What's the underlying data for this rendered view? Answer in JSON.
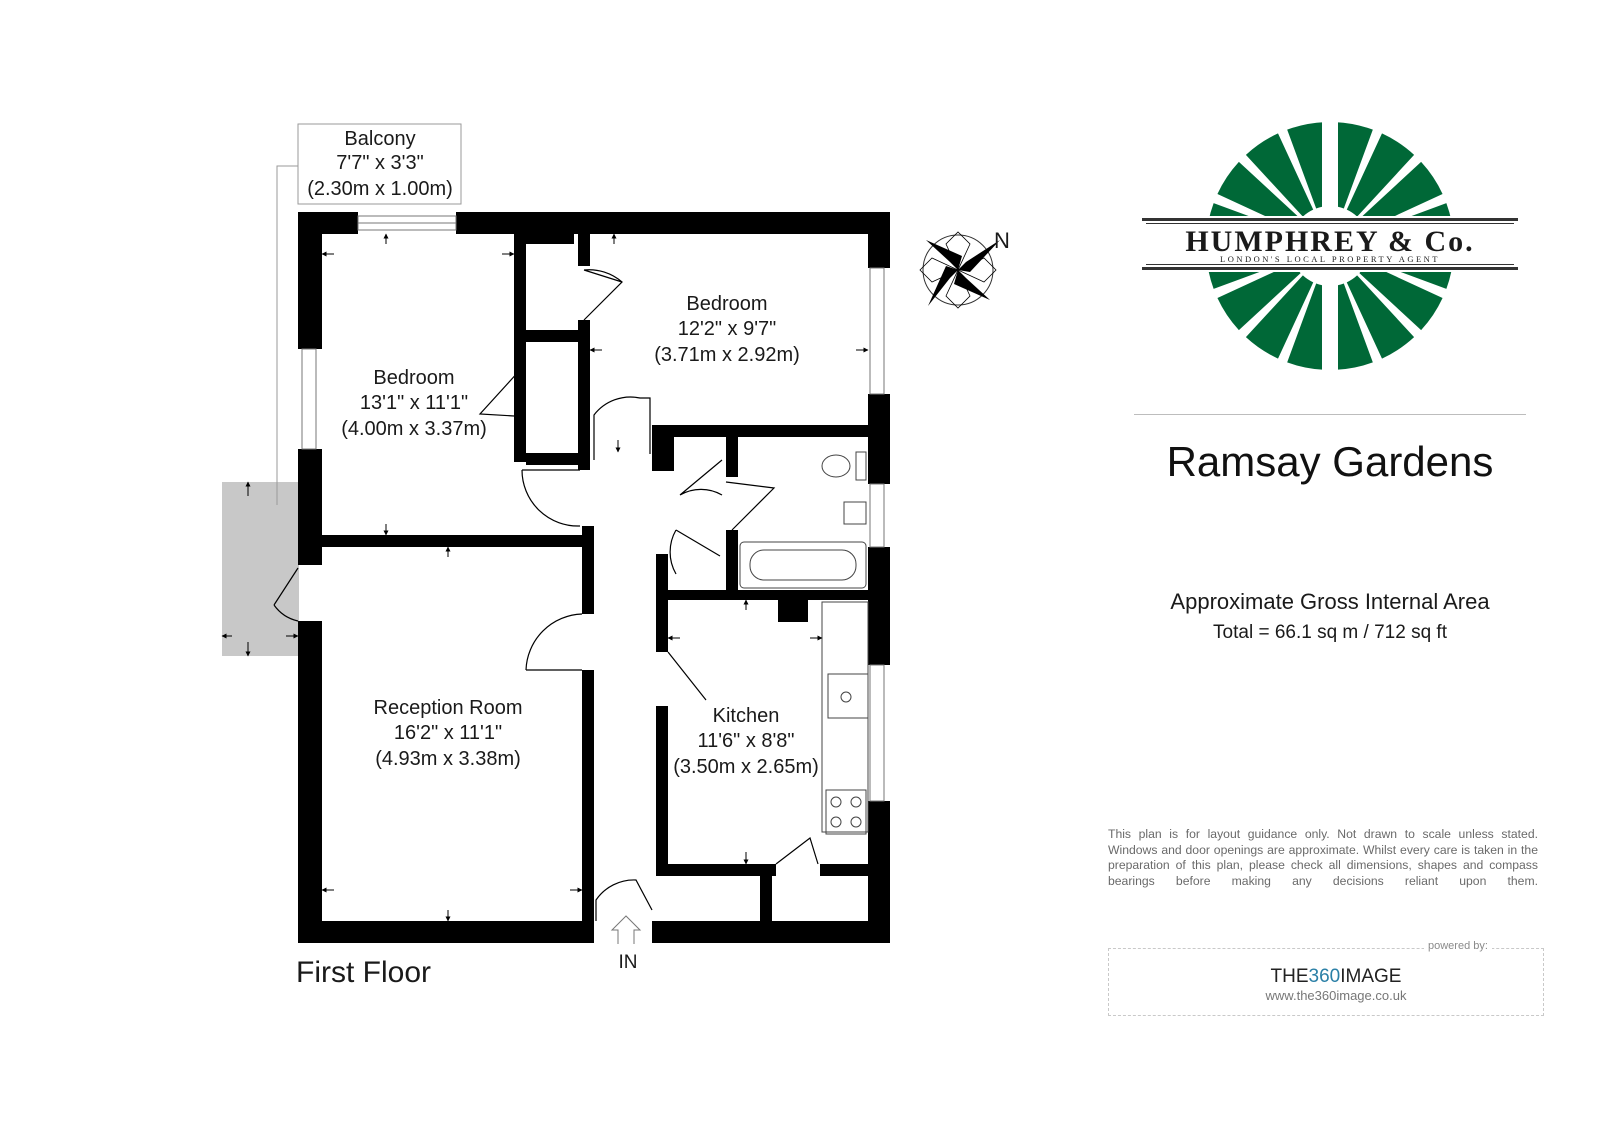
{
  "logo": {
    "brand": "HUMPHREY & Co.",
    "tagline": "LONDON'S LOCAL PROPERTY AGENT",
    "color": "#006837"
  },
  "property_title": "Ramsay Gardens",
  "area": {
    "heading": "Approximate Gross Internal Area",
    "total": "Total =  66.1 sq m / 712 sq ft"
  },
  "disclaimer": "This plan is for layout guidance only. Not drawn to scale unless stated. Windows and door openings are approximate. Whilst every care is taken in the preparation of this plan, please check all dimensions, shapes and compass bearings before making any decisions reliant upon them.",
  "powered": {
    "label": "powered by:",
    "name_prefix": "THE",
    "name_highlight": "360",
    "name_suffix": "IMAGE",
    "url": "www.the360image.co.uk"
  },
  "compass": {
    "label": "N"
  },
  "floor": {
    "name": "First Floor",
    "entrance": "IN",
    "rooms": [
      {
        "name": "Balcony",
        "imperial": "7'7\" x 3'3\"",
        "metric": "(2.30m x 1.00m)"
      },
      {
        "name": "Bedroom",
        "imperial": "13'1\" x 11'1\"",
        "metric": "(4.00m x 3.37m)"
      },
      {
        "name": "Bedroom",
        "imperial": "12'2\" x 9'7\"",
        "metric": "(3.71m x 2.92m)"
      },
      {
        "name": "Reception Room",
        "imperial": "16'2\" x 11'1\"",
        "metric": "(4.93m x 3.38m)"
      },
      {
        "name": "Kitchen",
        "imperial": "11'6\" x 8'8\"",
        "metric": "(3.50m x 2.65m)"
      }
    ]
  },
  "colors": {
    "wall": "#000000",
    "external_area": "#c8c8c8",
    "accent": "#2a7fa6"
  }
}
